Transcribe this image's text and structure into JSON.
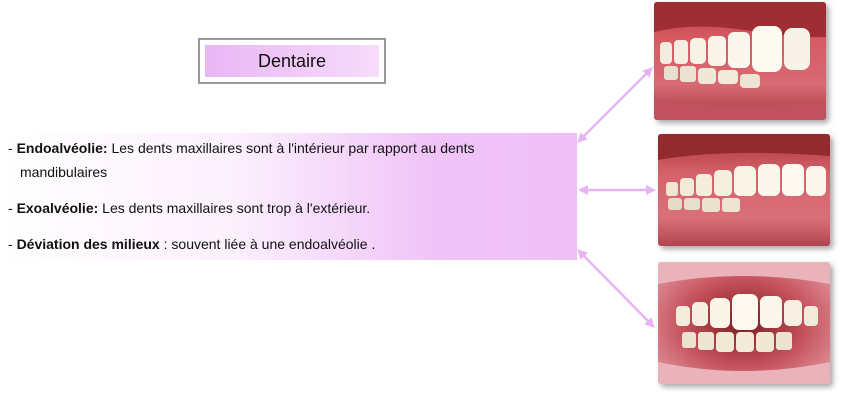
{
  "title": "Dentaire",
  "bullets": [
    {
      "dash": "- ",
      "term": "Endoalvéolie:",
      "text": " Les dents maxillaires sont à l'intérieur par rapport au dents",
      "cont": "mandibulaires"
    },
    {
      "dash": "- ",
      "term": "Exoalvéolie:",
      "text": " Les dents maxillaires sont trop à l'extérieur.",
      "cont": ""
    },
    {
      "dash": "- ",
      "term": "Déviation des milieux",
      "text": " : souvent liée à une endoalvéolie .",
      "cont": ""
    }
  ],
  "colors": {
    "accent": "#e9b6f4",
    "arrow": "#e6b4f2",
    "border": "#9a9a9a"
  },
  "images": [
    "dental-photo-endoalveolie",
    "dental-photo-exoalveolie",
    "dental-photo-deviation"
  ]
}
